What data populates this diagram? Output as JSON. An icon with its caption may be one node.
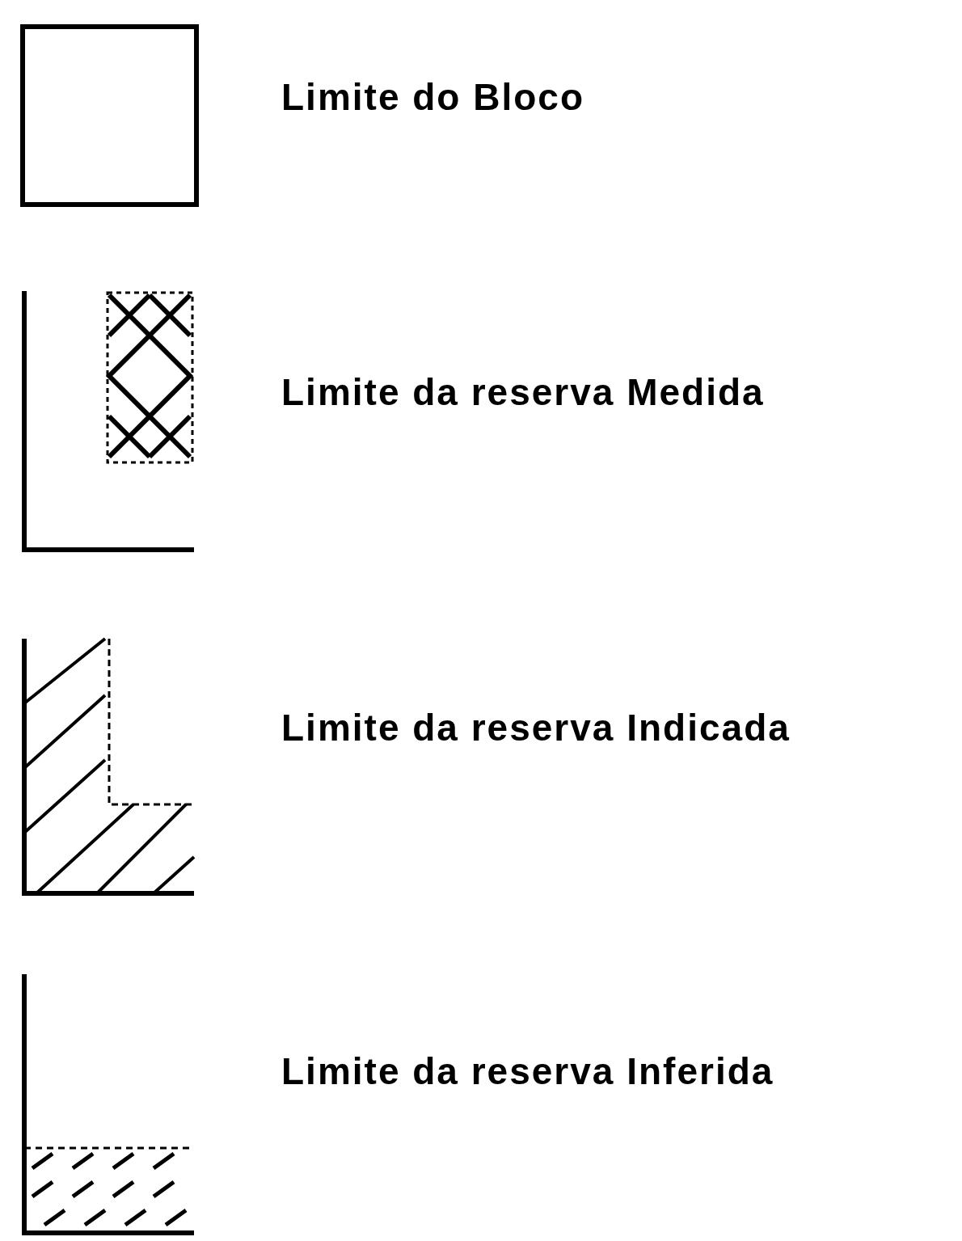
{
  "diagram": {
    "legend": [
      {
        "text": "Limite do Bloco"
      },
      {
        "text": "Limite da reserva Medida"
      },
      {
        "text": "Limite da reserva Indicada"
      },
      {
        "text": "Limite da reserva Inferida"
      }
    ]
  }
}
